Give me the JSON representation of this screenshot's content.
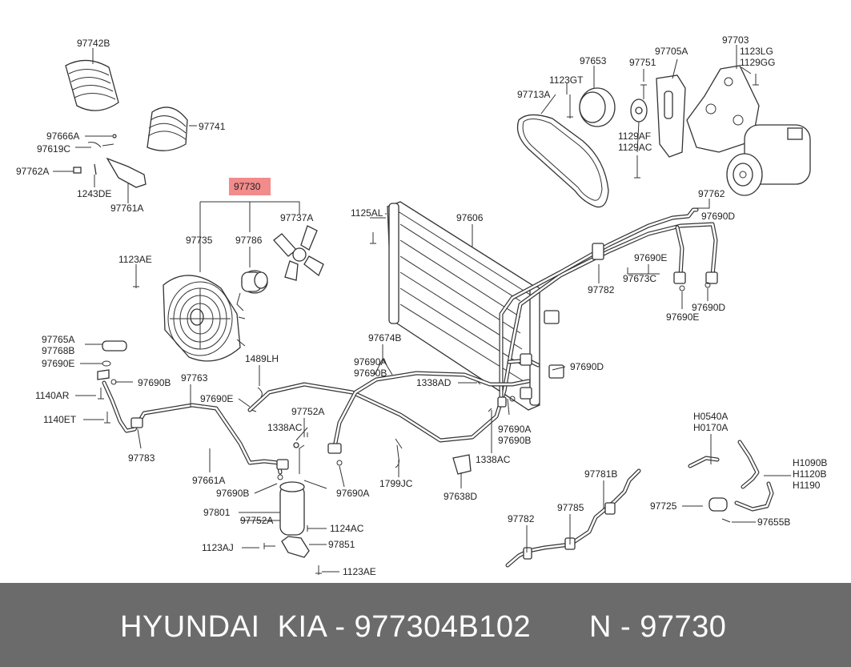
{
  "colors": {
    "highlight": "#f28b8b",
    "footer_bg": "#6b6b6b",
    "footer_text": "#ffffff",
    "line": "#333333"
  },
  "highlighted_part": "97730",
  "labels": [
    "97742B",
    "97741",
    "97666A",
    "97619C",
    "97762A",
    "1243DE",
    "97761A",
    "97653",
    "1123GT",
    "97751",
    "97705A",
    "97703",
    "1123LG",
    "1129GG",
    "97713A",
    "1129AF",
    "1129AC",
    "97762",
    "97690D",
    "97690E",
    "97673C",
    "97782",
    "97690E",
    "97690D",
    "1125AL",
    "97606",
    "97735",
    "97786",
    "97737A",
    "1123AE",
    "97765A",
    "97768B",
    "97690E",
    "97690B",
    "1140AR",
    "1140ET",
    "97763",
    "97690E",
    "1489LH",
    "97783",
    "97674B",
    "97690A",
    "97690B",
    "97690D",
    "1338AD",
    "97690A",
    "97690B",
    "1338AC",
    "97752A",
    "1338AC",
    "97661A",
    "97690B",
    "97690A",
    "1799JC",
    "97638D",
    "97801",
    "97752A",
    "1124AC",
    "97851",
    "1123AJ",
    "1123AE",
    "H0540A",
    "H0170A",
    "H1090B",
    "H1120B",
    "H1190",
    "97725",
    "97655B",
    "97781B",
    "97785",
    "97782"
  ],
  "footer": {
    "brand": "HYUNDAI  KIA - 977304B102",
    "part": "N - 97730"
  }
}
